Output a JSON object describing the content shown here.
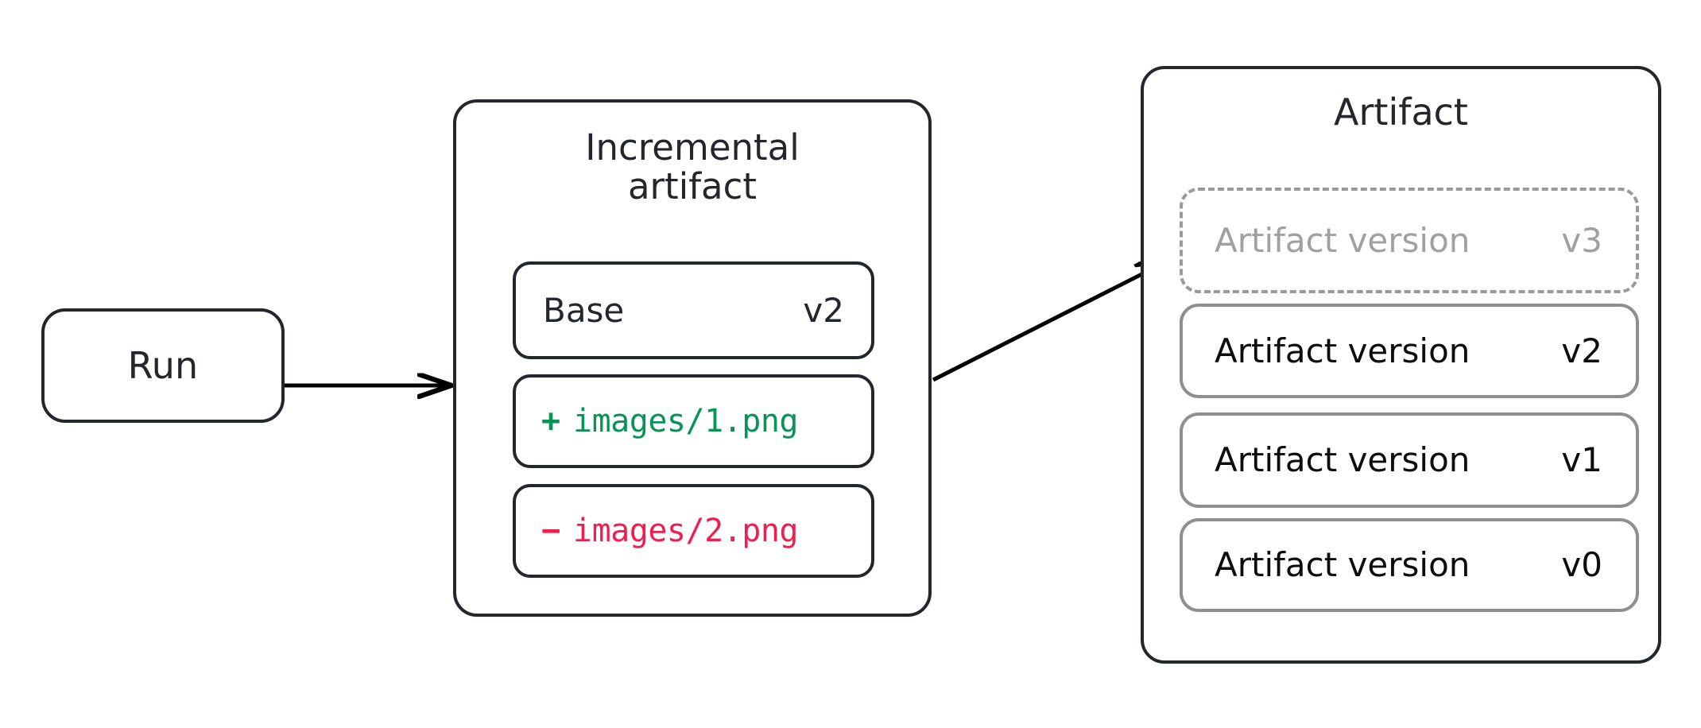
{
  "colors": {
    "ink": "#24262d",
    "gray_border": "#8f8f8f",
    "gray_dashed": "#9a9a9a",
    "gray_text": "#a0a0a0",
    "add_green": "#089456",
    "remove_red": "#f01e4e",
    "background": "#ffffff"
  },
  "run": {
    "label": "Run"
  },
  "incremental_artifact": {
    "title": "Incremental\nartifact",
    "base_row": {
      "label": "Base",
      "version": "v2"
    },
    "diff_rows": [
      {
        "sign": "+",
        "path": "images/1.png",
        "kind": "added"
      },
      {
        "sign": "−",
        "path": "images/2.png",
        "kind": "removed"
      }
    ]
  },
  "artifact": {
    "title": "Artifact",
    "versions": [
      {
        "label": "Artifact version",
        "version": "v3",
        "state": "pending"
      },
      {
        "label": "Artifact version",
        "version": "v2",
        "state": "existing"
      },
      {
        "label": "Artifact version",
        "version": "v1",
        "state": "existing"
      },
      {
        "label": "Artifact version",
        "version": "v0",
        "state": "existing"
      }
    ]
  },
  "arrows": [
    {
      "name": "run-to-incremental",
      "from": "Run",
      "to": "Incremental artifact"
    },
    {
      "name": "incremental-to-artifact-version",
      "from": "Incremental artifact",
      "to": "Artifact version v3"
    }
  ]
}
